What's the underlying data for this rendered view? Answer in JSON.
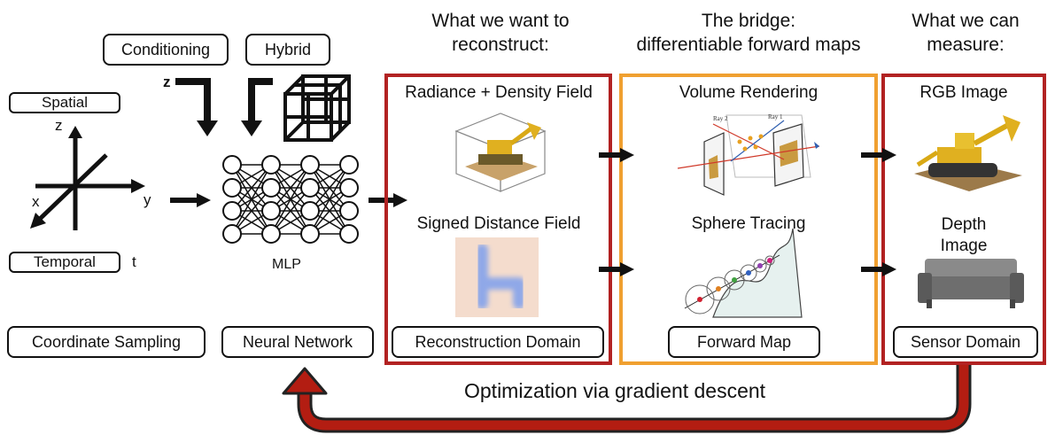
{
  "headings": {
    "reconstruct_line1": "What we want to",
    "reconstruct_line2": "reconstruct:",
    "bridge_line1": "The bridge:",
    "bridge_line2": "differentiable forward maps",
    "measure_line1": "What we can",
    "measure_line2": "measure:"
  },
  "inputs": {
    "conditioning": "Conditioning",
    "hybrid": "Hybrid",
    "z_label": "z",
    "spatial": "Spatial",
    "temporal": "Temporal",
    "t_label": "t",
    "axis_z": "z",
    "axis_x": "x",
    "axis_y": "y",
    "mlp": "MLP"
  },
  "reconstruction": {
    "radiance_title": "Radiance + Density Field",
    "sdf_title": "Signed Distance Field"
  },
  "forward": {
    "volume_title": "Volume Rendering",
    "sphere_title": "Sphere Tracing",
    "ray1": "Ray 1",
    "ray2": "Ray 2"
  },
  "sensor": {
    "rgb_title": "RGB Image",
    "depth_line1": "Depth",
    "depth_line2": "Image"
  },
  "footer_boxes": {
    "coordinate_sampling": "Coordinate Sampling",
    "neural_network": "Neural Network",
    "reconstruction_domain": "Reconstruction Domain",
    "forward_map": "Forward Map",
    "sensor_domain": "Sensor Domain"
  },
  "optimization": "Optimization via gradient descent",
  "colors": {
    "red_frame": "#b22222",
    "orange_frame": "#f0a030",
    "arrow_fill": "#b31d12",
    "sdf_blue": "#8fa8e8"
  }
}
